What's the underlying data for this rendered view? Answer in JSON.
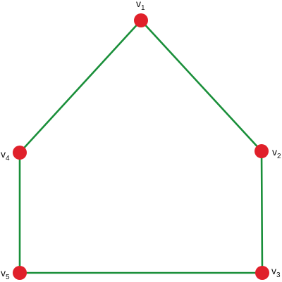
{
  "colors": {
    "edge": "#1a8f3a",
    "vertex": "#e0202a",
    "label": "#111111"
  },
  "vertices": [
    {
      "id": "v1",
      "base": "v",
      "sub": "1"
    },
    {
      "id": "v2",
      "base": "v",
      "sub": "2"
    },
    {
      "id": "v3",
      "base": "v",
      "sub": "3"
    },
    {
      "id": "v4",
      "base": "v",
      "sub": "4"
    },
    {
      "id": "v5",
      "base": "v",
      "sub": "5"
    }
  ],
  "edges": [
    {
      "from": "v1",
      "to": "v2"
    },
    {
      "from": "v2",
      "to": "v3"
    },
    {
      "from": "v3",
      "to": "v5"
    },
    {
      "from": "v5",
      "to": "v4"
    },
    {
      "from": "v4",
      "to": "v1"
    }
  ]
}
